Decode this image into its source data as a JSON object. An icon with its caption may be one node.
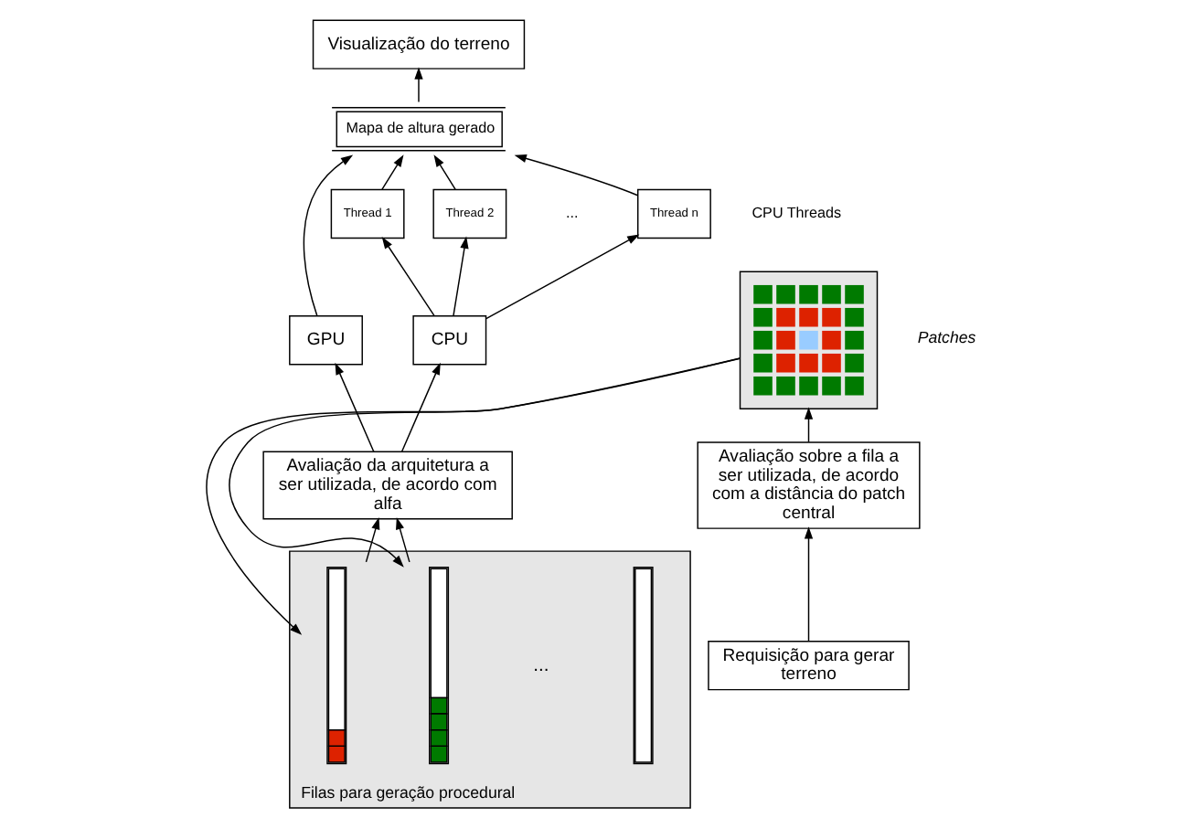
{
  "diagram": {
    "nodes": [
      {
        "text": [
          "Avaliação sobre a fila a ser utilizada, de acordo com a distância do patch central"
        ]
      },
      {
        "text": [],
        "shape": "box",
        "beside": [
          "Patches"
        ]
      },
      {
        "text": [
          "Requisição para gerar terreno"
        ]
      },
      {
        "text": [],
        "shape": "box",
        "beside": [
          "Filas para geração procedural"
        ]
      },
      {
        "text": [],
        "shape": "bar",
        "in": 3
      },
      {
        "text": [],
        "shape": "bar",
        "in": 3
      },
      {
        "text": [],
        "shape": "bar",
        "in": 3
      },
      {
        "text": [
          "Visualização do terreno"
        ]
      },
      {
        "text": [
          "Mapa de altura gerado"
        ]
      },
      {
        "text": [
          "GPU"
        ]
      },
      {
        "text": [
          "CPU"
        ]
      },
      {
        "text": [
          "Thread 1"
        ]
      },
      {
        "text": [
          "Thread 2"
        ]
      },
      {
        "text": [
          "Thread n"
        ]
      },
      {
        "text": [
          "Avaliação da arquitetura a ser utilizada, de acordo com alfa"
        ]
      }
    ],
    "edges": [
      {
        "from": 0,
        "to": 1,
        "arrow": "to"
      },
      {
        "from": 2,
        "to": 0,
        "arrow": "to"
      },
      {
        "from": 1,
        "to": 4,
        "arrow": "to"
      },
      {
        "from": 1,
        "to": 5,
        "arrow": "to"
      },
      {
        "from": 4,
        "to": 14,
        "arrow": "to"
      },
      {
        "from": 5,
        "to": 14,
        "arrow": "to"
      },
      {
        "from": 14,
        "to": 9,
        "arrow": "to"
      },
      {
        "from": 14,
        "to": 10,
        "arrow": "to"
      },
      {
        "from": 10,
        "to": 11,
        "arrow": "to"
      },
      {
        "from": 10,
        "to": 12,
        "arrow": "to"
      },
      {
        "from": 10,
        "to": 13,
        "arrow": "to"
      },
      {
        "from": 9,
        "to": 8,
        "arrow": "to"
      },
      {
        "from": 11,
        "to": 8,
        "arrow": "to"
      },
      {
        "from": 12,
        "to": 8,
        "arrow": "to"
      },
      {
        "from": 13,
        "to": 8,
        "arrow": "to"
      },
      {
        "from": 8,
        "to": 7,
        "arrow": "to"
      }
    ],
    "labels": [
      "...",
      "CPU Threads",
      "..."
    ]
  }
}
